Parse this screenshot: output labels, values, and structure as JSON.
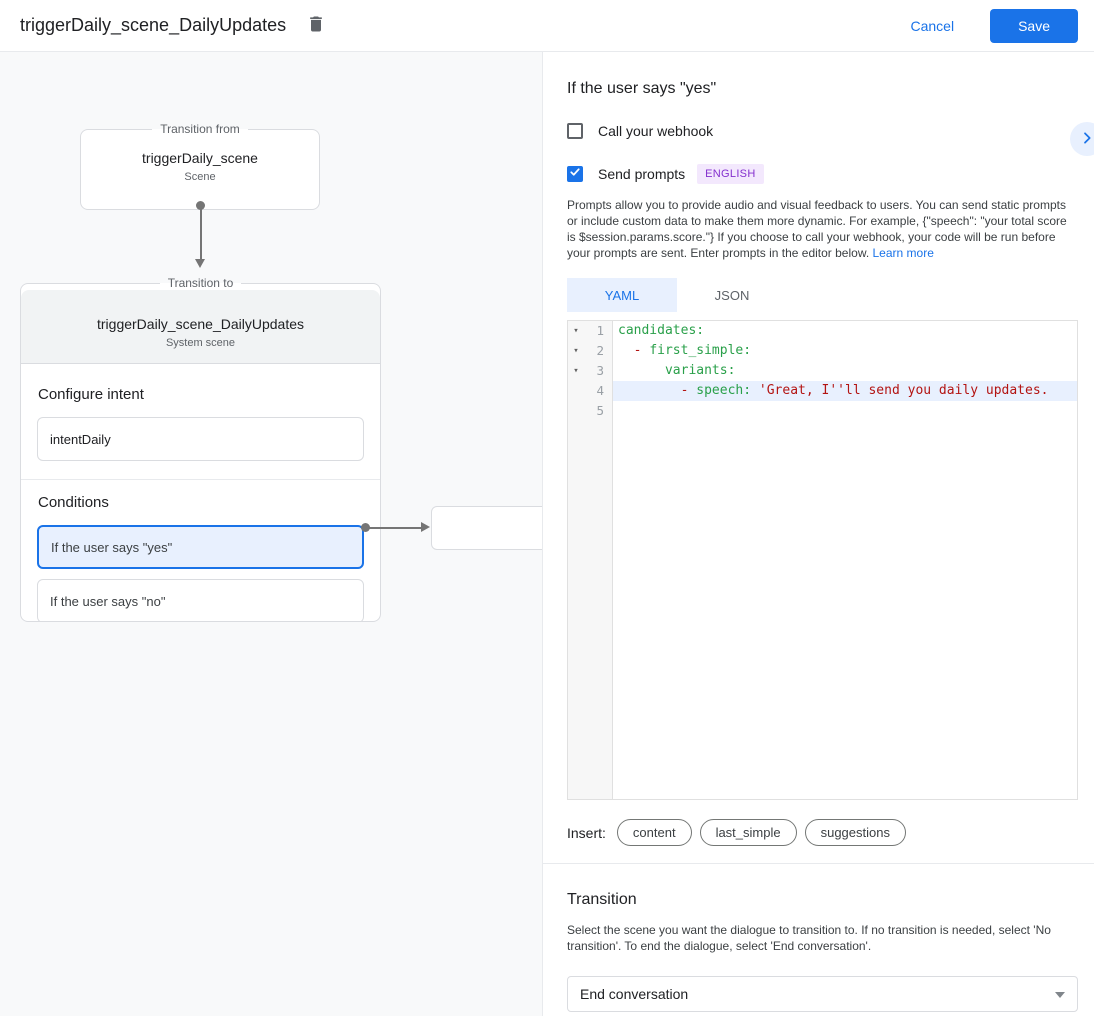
{
  "header": {
    "title": "triggerDaily_scene_DailyUpdates",
    "cancel_label": "Cancel",
    "save_label": "Save"
  },
  "canvas": {
    "from_box": {
      "legend": "Transition from",
      "title": "triggerDaily_scene",
      "subtitle": "Scene"
    },
    "to_box": {
      "legend": "Transition to",
      "title": "triggerDaily_scene_DailyUpdates",
      "subtitle": "System scene",
      "intent_label": "Configure intent",
      "intent_value": "intentDaily",
      "conditions_label": "Conditions",
      "conditions": [
        {
          "label": "If the user says \"yes\"",
          "selected": true
        },
        {
          "label": "If the user says \"no\"",
          "selected": false
        }
      ]
    }
  },
  "panel": {
    "title": "If the user says \"yes\"",
    "webhook": {
      "label": "Call your webhook",
      "checked": false
    },
    "prompts": {
      "label": "Send prompts",
      "checked": true,
      "badge": "ENGLISH",
      "description": "Prompts allow you to provide audio and visual feedback to users. You can send static prompts or include custom data to make them more dynamic. For example, {\"speech\": \"your total score is $session.params.score.\"} If you choose to call your webhook, your code will be run before your prompts are sent. Enter prompts in the editor below.",
      "learn_more": "Learn more"
    },
    "tabs": [
      {
        "label": "YAML",
        "active": true
      },
      {
        "label": "JSON",
        "active": false
      }
    ],
    "editor": {
      "lines": [
        {
          "num": "1",
          "fold": true,
          "highlight": false,
          "tokens": [
            [
              "key",
              "candidates:"
            ]
          ]
        },
        {
          "num": "2",
          "fold": true,
          "highlight": false,
          "tokens": [
            [
              "plain",
              "  "
            ],
            [
              "dash",
              "- "
            ],
            [
              "key",
              "first_simple:"
            ]
          ]
        },
        {
          "num": "3",
          "fold": true,
          "highlight": false,
          "tokens": [
            [
              "plain",
              "      "
            ],
            [
              "key",
              "variants:"
            ]
          ]
        },
        {
          "num": "4",
          "fold": false,
          "highlight": true,
          "tokens": [
            [
              "plain",
              "        "
            ],
            [
              "dash",
              "- "
            ],
            [
              "key",
              "speech:"
            ],
            [
              "plain",
              " "
            ],
            [
              "str",
              "'Great, I''ll send you daily updates."
            ]
          ]
        },
        {
          "num": "5",
          "fold": false,
          "highlight": false,
          "tokens": []
        }
      ]
    },
    "insert": {
      "label": "Insert:",
      "chips": [
        "content",
        "last_simple",
        "suggestions"
      ]
    },
    "transition": {
      "title": "Transition",
      "description": "Select the scene you want the dialogue to transition to. If no transition is needed, select 'No transition'. To end the dialogue, select 'End conversation'.",
      "value": "End conversation"
    }
  },
  "colors": {
    "accent_blue": "#1a73e8",
    "selected_fill": "#e8f0fe",
    "badge_purple": "#8430ce",
    "code_key_green": "#2aa04a",
    "code_string_red": "#b31412"
  }
}
